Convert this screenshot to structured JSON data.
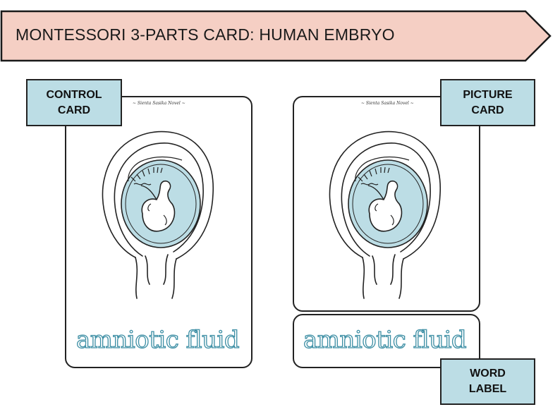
{
  "banner": {
    "title": "MONTESSORI 3-PARTS CARD: HUMAN EMBRYO"
  },
  "tags": {
    "control": [
      "CONTROL",
      "CARD"
    ],
    "picture": [
      "PICTURE",
      "CARD"
    ],
    "word": [
      "WORD",
      "LABEL"
    ]
  },
  "cards": {
    "control": {
      "credit": "~ Sienta Sasika Novel ~",
      "word": "amniotic fluid"
    },
    "picture": {
      "credit": "~ Sienta Sasika Novel ~"
    },
    "label": {
      "word": "amniotic fluid"
    }
  },
  "colors": {
    "banner_fill": "#f5cfc4",
    "tag_fill": "#bcdde5",
    "fluid": "#bcdde5",
    "word_outline": "#3c8ea4"
  },
  "icons": [
    "embryo-illustration"
  ]
}
